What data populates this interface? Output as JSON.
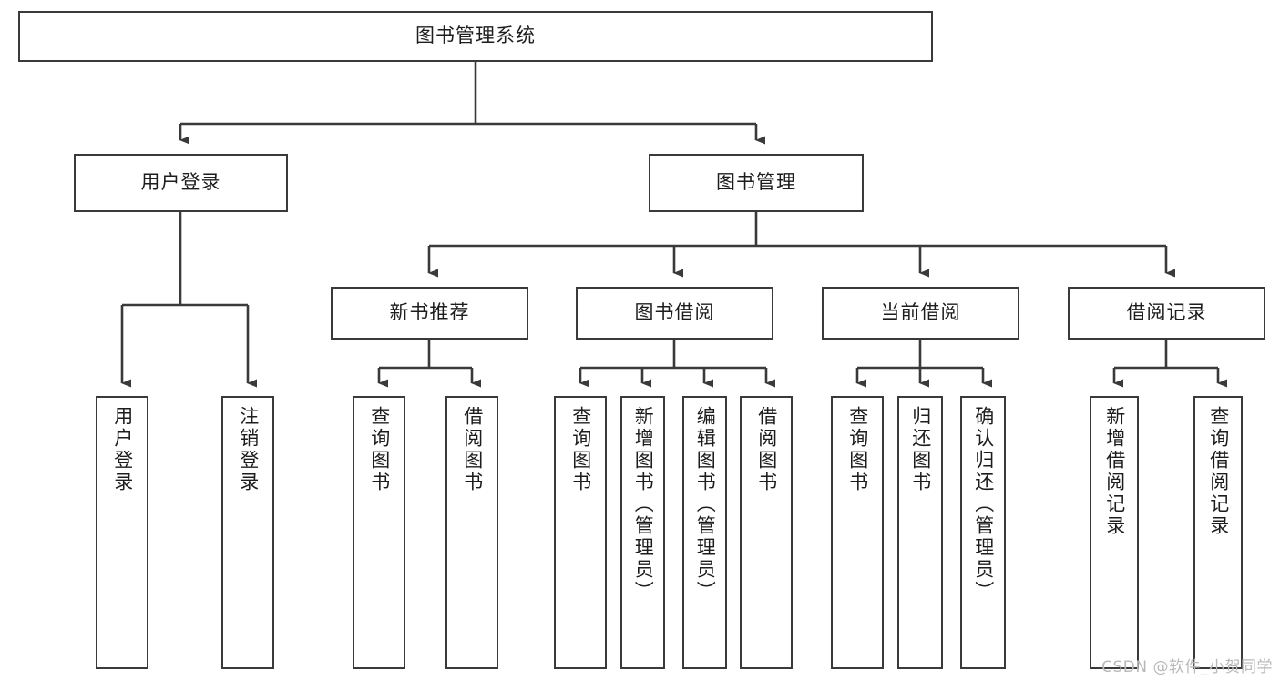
{
  "diagram": {
    "title": "图书管理系统",
    "type": "tree",
    "watermark": "CSDN @软件_小贺同学",
    "colors": {
      "box_border": "#3a3a3a",
      "box_fill": "#ffffff",
      "connector": "#3a3a3a",
      "text": "#1d1d1d",
      "watermark": "#b9b9b9"
    },
    "levels": {
      "root": {
        "label": "图书管理系统"
      },
      "level2": [
        {
          "id": "user-login",
          "label": "用户登录"
        },
        {
          "id": "book-management",
          "label": "图书管理"
        }
      ],
      "level3": [
        {
          "id": "new-book-recommend",
          "label": "新书推荐",
          "parent": "book-management"
        },
        {
          "id": "book-borrow",
          "label": "图书借阅",
          "parent": "book-management"
        },
        {
          "id": "current-borrow",
          "label": "当前借阅",
          "parent": "book-management"
        },
        {
          "id": "borrow-record",
          "label": "借阅记录",
          "parent": "book-management"
        }
      ],
      "leaves": [
        {
          "id": "leaf-user-login",
          "label": "用户登录",
          "parent": "user-login"
        },
        {
          "id": "leaf-logout-login",
          "label": "注销登录",
          "parent": "user-login"
        },
        {
          "id": "leaf-query-book-1",
          "label": "查询图书",
          "parent": "new-book-recommend"
        },
        {
          "id": "leaf-borrow-book-1",
          "label": "借阅图书",
          "parent": "new-book-recommend"
        },
        {
          "id": "leaf-query-book-2",
          "label": "查询图书",
          "parent": "book-borrow"
        },
        {
          "id": "leaf-add-book",
          "label": "新增图书（管理员）",
          "parent": "book-borrow"
        },
        {
          "id": "leaf-edit-book",
          "label": "编辑图书（管理员）",
          "parent": "book-borrow"
        },
        {
          "id": "leaf-borrow-book-2",
          "label": "借阅图书",
          "parent": "book-borrow"
        },
        {
          "id": "leaf-query-book-3",
          "label": "查询图书",
          "parent": "current-borrow"
        },
        {
          "id": "leaf-return-book",
          "label": "归还图书",
          "parent": "current-borrow"
        },
        {
          "id": "leaf-confirm-return",
          "label": "确认归还（管理员）",
          "parent": "current-borrow"
        },
        {
          "id": "leaf-add-record",
          "label": "新增借阅记录",
          "parent": "borrow-record"
        },
        {
          "id": "leaf-query-record",
          "label": "查询借阅记录",
          "parent": "borrow-record"
        }
      ]
    }
  }
}
